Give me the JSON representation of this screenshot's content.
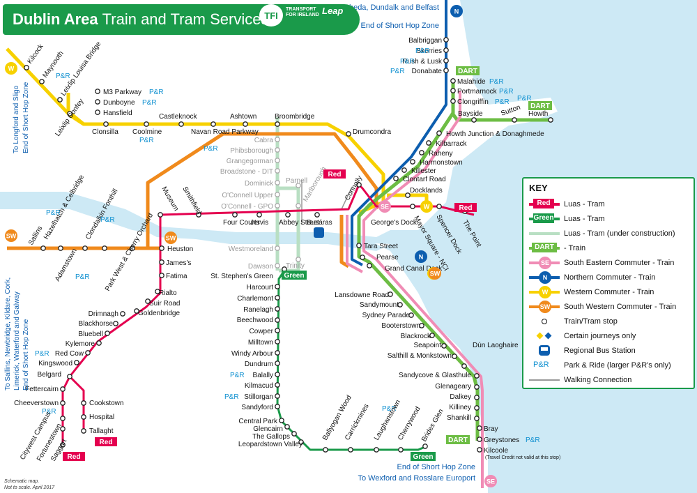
{
  "title": {
    "bold": "Dublin Area",
    "rest": "Train and Tram Services",
    "tfi": "TFI",
    "tfi_text": "TRANSPORT FOR IRELAND",
    "leap": "Leap"
  },
  "colors": {
    "red": "#e4004f",
    "green": "#1a9a4a",
    "dart": "#6dbd44",
    "se": "#f08cb5",
    "northern": "#0d5eaf",
    "western": "#f7d100",
    "southwestern": "#f08a1c",
    "construction": "#b9dfc3",
    "sea": "#cde9f5"
  },
  "edges": {
    "north_top": "To Drogheda, Dundalk and Belfast",
    "north_end": "End of Short Hop Zone",
    "west_vertical_1": "To Longford and Sligo",
    "west_vertical_2": "End of Short Hop Zone",
    "sw_vertical_1": "To Sallins, Newbridge, Kildare, Cork,",
    "sw_vertical_2": "Limerick, Waterford and Galway",
    "sw_vertical_3": "End of Short Hop Zone",
    "south_end": "End of Short Hop Zone",
    "south_bottom": "To Wexford and Rosslare Europort"
  },
  "tags": {
    "red": "Red",
    "green": "Green",
    "dart": "DART",
    "pr": "P&R",
    "n": "N",
    "w": "W",
    "sw": "SW",
    "se": "SE"
  },
  "stations": {
    "balbriggan": "Balbriggan",
    "skerries": "Skerries",
    "rush": "Rush & Lusk",
    "donabate": "Donabate",
    "malahide": "Malahide",
    "portmarnock": "Portmarnock",
    "clongriffin": "Clongriffin",
    "bayside": "Bayside",
    "sutton": "Sutton",
    "howth": "Howth",
    "howth_junction": "Howth Junction & Donaghmede",
    "kilbarrack": "Kilbarrack",
    "raheny": "Raheny",
    "harmonstown": "Harmonstown",
    "killester": "Killester",
    "clontarf": "Clontarf Road",
    "docklands": "Docklands",
    "drumcondra": "Drumcondra",
    "connolly": "Connolly",
    "kilcock": "Kilcock",
    "maynooth": "Maynooth",
    "leixlip_louisa": "Leixlip Louisa Bridge",
    "leixlip_confey": "Leixlip Confey",
    "m3": "M3 Parkway",
    "dunboyne": "Dunboyne",
    "hansfield": "Hansfield",
    "clonsilla": "Clonsilla",
    "coolmine": "Coolmine",
    "castleknock": "Castleknock",
    "navan_road": "Navan Road Parkway",
    "ashtown": "Ashtown",
    "broombridge": "Broombridge",
    "cabra": "Cabra",
    "phibsborough": "Phibsborough",
    "grangegorman": "Grangegorman",
    "broadstone": "Broadstone - DIT",
    "dominick": "Dominick",
    "parnell": "Parnell",
    "oconnell_upper": "O'Connell Upper",
    "oconnell_gpo": "O'Connell - GPO",
    "marlborough": "Marlborough",
    "westmoreland": "Westmoreland",
    "dawson": "Dawson",
    "trinity": "Trinity",
    "museum": "Museum",
    "smithfield": "Smithfield",
    "four_courts": "Four Courts",
    "jervis": "Jervis",
    "abbey_street": "Abbey Street",
    "busaras": "Busáras",
    "georges_dock": "George's Dock",
    "mayor_square": "Mayor Square - NCI",
    "spencer_dock": "Spencer Dock",
    "the_point": "The Point",
    "sallins": "Sallins",
    "hazelhatch": "Hazelhatch & Celbridge",
    "clondalkin": "Clondalkin Fonthill",
    "adamstown": "Adamstown",
    "park_west": "Park West & Cherry Orchard",
    "heuston": "Heuston",
    "james": "James's",
    "fatima": "Fatima",
    "rialto": "Rialto",
    "suir_road": "Suir Road",
    "goldenbridge": "Goldenbridge",
    "drimnagh": "Drimnagh",
    "blackhorse": "Blackhorse",
    "bluebell": "Bluebell",
    "kylemore": "Kylemore",
    "red_cow": "Red Cow",
    "kingswood": "Kingswood",
    "belgard": "Belgard",
    "fettercairn": "Fettercairn",
    "cheeverstown": "Cheeverstown",
    "citywest": "Citywest Campus",
    "fortunestown": "Fortunestown",
    "saggart": "Saggart",
    "cookstown": "Cookstown",
    "hospital": "Hospital",
    "tallaght": "Tallaght",
    "ststephens": "St. Stephen's Green",
    "harcourt": "Harcourt",
    "charlemont": "Charlemont",
    "ranelagh": "Ranelagh",
    "beechwood": "Beechwood",
    "cowper": "Cowper",
    "milltown": "Milltown",
    "windy_arbour": "Windy Arbour",
    "dundrum": "Dundrum",
    "balally": "Balally",
    "kilmacud": "Kilmacud",
    "stillorgan": "Stillorgan",
    "sandyford": "Sandyford",
    "central_park": "Central Park",
    "glencairn": "Glencairn",
    "gallops": "The Gallops",
    "leopardstown": "Leopardstown Valley",
    "ballyogan": "Ballyogan Wood",
    "carrickmines": "Carrickmines",
    "laughanstown": "Laughanstown",
    "cherrywood": "Cherrywood",
    "brides_glen": "Brides Glen",
    "tara_street": "Tara Street",
    "pearse": "Pearse",
    "grand_canal": "Grand Canal Dock",
    "lansdowne": "Lansdowne Road",
    "sandymount": "Sandymount",
    "sydney_parade": "Sydney Parade",
    "booterstown": "Booterstown",
    "blackrock": "Blackrock",
    "seapoint": "Seapoint",
    "salthill": "Salthill & Monkstown",
    "dun_laoghaire": "Dún Laoghaire",
    "sandycove": "Sandycove & Glasthule",
    "glenageary": "Glenageary",
    "dalkey": "Dalkey",
    "killiney": "Killiney",
    "shankill": "Shankill",
    "bray": "Bray",
    "greystones": "Greystones",
    "kilcoole": "Kilcoole",
    "kilcoole_note": "(Travel Credit not valid at this stop)"
  },
  "key": {
    "title": "KEY",
    "items": [
      {
        "tag": "Red",
        "label": "Luas - Tram"
      },
      {
        "tag": "Green",
        "label": "Luas - Tram"
      },
      {
        "tag": "",
        "label": "Luas - Tram (under construction)"
      },
      {
        "tag": "DART",
        "label": "- Train"
      },
      {
        "tag": "SE",
        "label": "South Eastern Commuter - Train"
      },
      {
        "tag": "N",
        "label": "Northern Commuter - Train"
      },
      {
        "tag": "W",
        "label": "Western Commuter - Train"
      },
      {
        "tag": "SW",
        "label": "South Western Commuter - Train"
      },
      {
        "tag": "",
        "label": "Train/Tram stop"
      },
      {
        "tag": "",
        "label": "Certain journeys only"
      },
      {
        "tag": "",
        "label": "Regional Bus Station"
      },
      {
        "tag": "P&R",
        "label": "Park & Ride (larger P&R's only)"
      },
      {
        "tag": "",
        "label": "Walking Connection"
      }
    ]
  },
  "note": {
    "line1": "Schematic map.",
    "line2": "Not to scale. April 2017"
  }
}
